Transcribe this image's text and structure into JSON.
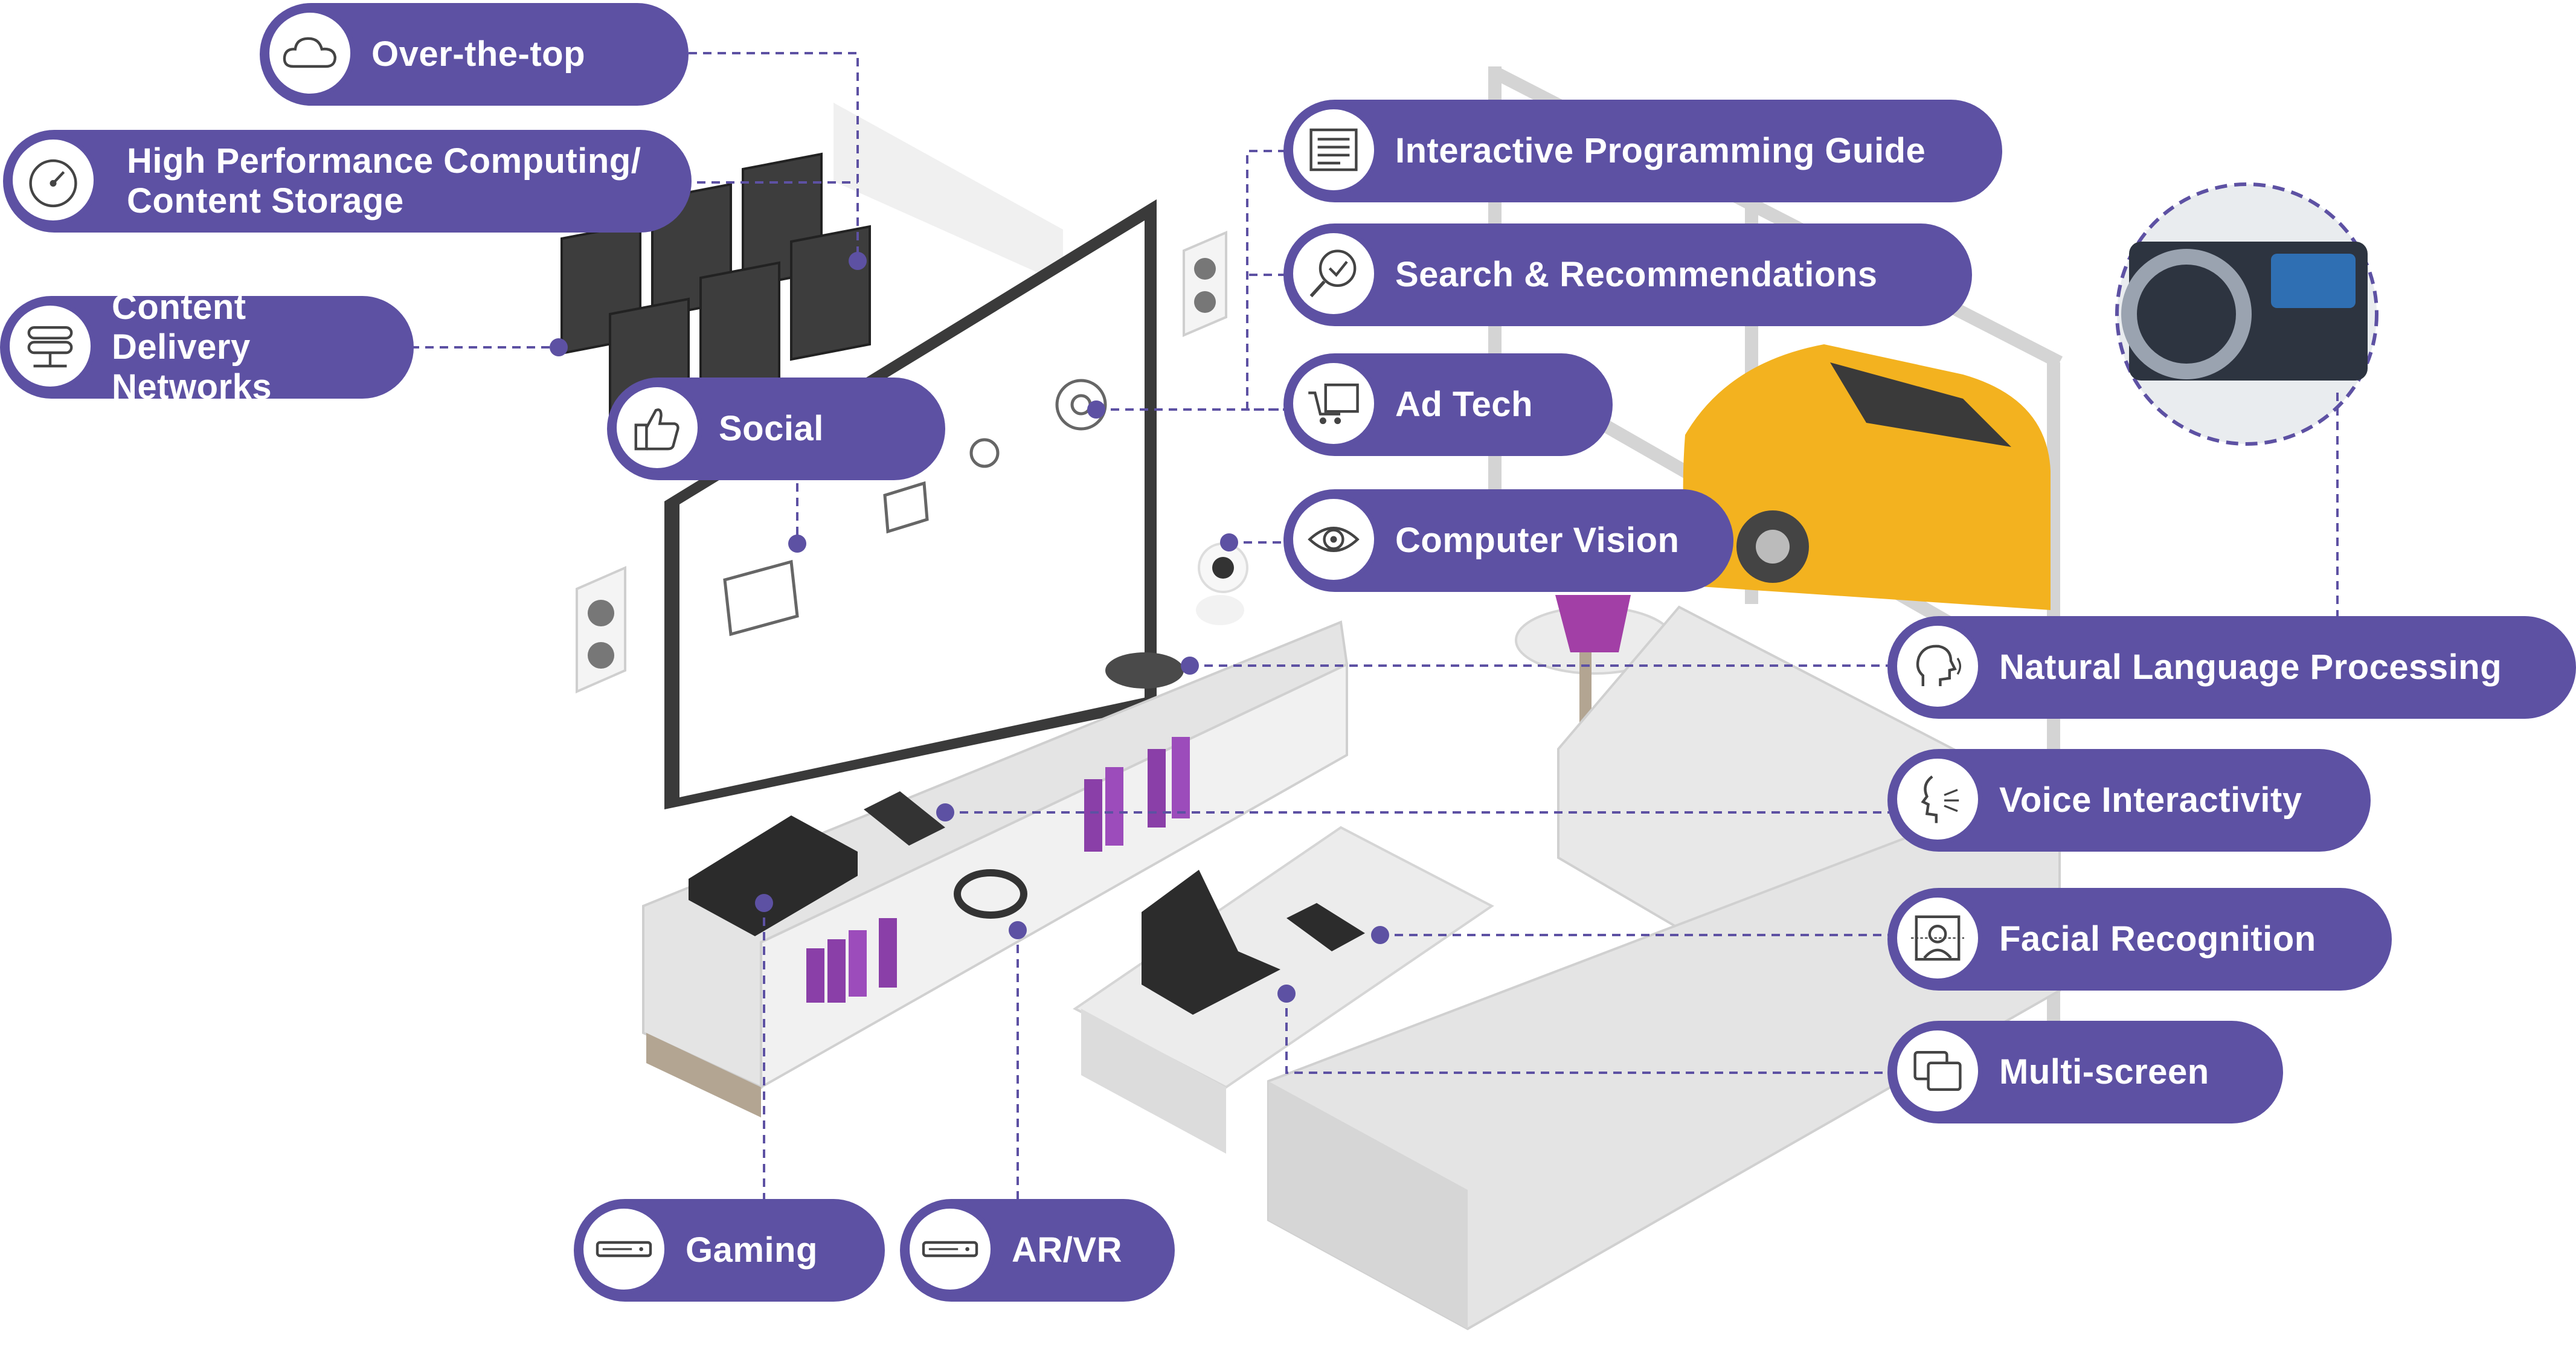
{
  "labels": {
    "ott": "Over-the-top",
    "hpc": "High Performance Computing/ Content Storage",
    "cdn": "Content Delivery Networks",
    "social": "Social",
    "ipg": "Interactive Programming Guide",
    "search": "Search & Recommendations",
    "adtech": "Ad Tech",
    "cv": "Computer Vision",
    "nlp": "Natural Language Processing",
    "voice": "Voice Interactivity",
    "face": "Facial Recognition",
    "multiscreen": "Multi-screen",
    "gaming": "Gaming",
    "arvr": "AR/VR"
  },
  "colors": {
    "accent": "#5d51a3",
    "furniture": "#e4e4e4",
    "book_purple": "#8a3fa8",
    "car_yellow": "#f3b21f"
  },
  "icons": {
    "ott": "cloud-icon",
    "hpc": "gauge-icon",
    "cdn": "server-stack-icon",
    "social": "thumbs-up-icon",
    "ipg": "document-lines-icon",
    "search": "magnifier-check-icon",
    "adtech": "cart-screen-icon",
    "cv": "eye-icon",
    "nlp": "speaking-head-icon",
    "voice": "voice-face-icon",
    "face": "face-scan-icon",
    "multiscreen": "multi-screen-icon",
    "gaming": "console-icon",
    "arvr": "console-icon"
  }
}
